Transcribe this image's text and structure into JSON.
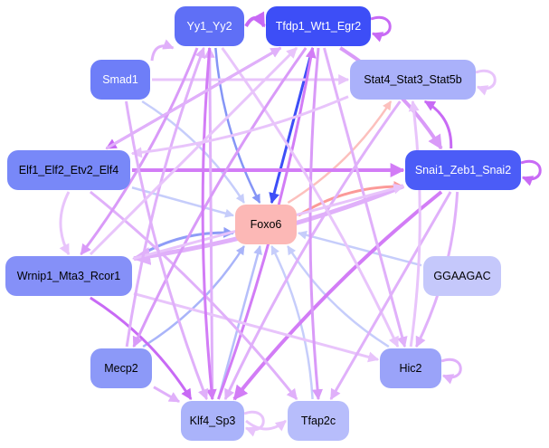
{
  "title": "Regulatory network",
  "nodes": [
    {
      "id": "yy1",
      "label": "Yy1_Yy2",
      "fill": "#5f6ff6",
      "text": "#ffffff"
    },
    {
      "id": "tfdp1",
      "label": "Tfdp1_Wt1_Egr2",
      "fill": "#3d4ef7",
      "text": "#ffffff"
    },
    {
      "id": "smad1",
      "label": "Smad1",
      "fill": "#6e7ef8",
      "text": "#ffffff"
    },
    {
      "id": "stat4",
      "label": "Stat4_Stat3_Stat5b",
      "fill": "#aab1fa",
      "text": "#000000"
    },
    {
      "id": "elf1",
      "label": "Elf1_Elf2_Etv2_Elf4",
      "fill": "#7888f8",
      "text": "#000000"
    },
    {
      "id": "snai1",
      "label": "Snai1_Zeb1_Snai2",
      "fill": "#4b5cf7",
      "text": "#ffffff"
    },
    {
      "id": "foxo6",
      "label": "Foxo6",
      "fill": "#fcb8b6",
      "text": "#000000"
    },
    {
      "id": "wrnip1",
      "label": "Wrnip1_Mta3_Rcor1",
      "fill": "#8590f8",
      "text": "#000000"
    },
    {
      "id": "ggaagac",
      "label": "GGAAGAC",
      "fill": "#c5c8fb",
      "text": "#000000"
    },
    {
      "id": "mecp2",
      "label": "Mecp2",
      "fill": "#8c99f8",
      "text": "#000000"
    },
    {
      "id": "hic2",
      "label": "Hic2",
      "fill": "#9aa3f9",
      "text": "#000000"
    },
    {
      "id": "klf4",
      "label": "Klf4_Sp3",
      "fill": "#aab3fa",
      "text": "#000000"
    },
    {
      "id": "tfap2c",
      "label": "Tfap2c",
      "fill": "#b7bdfb",
      "text": "#000000"
    }
  ],
  "edges": [
    {
      "from": "tfdp1",
      "to": "foxo6",
      "color": "#3d4ef7",
      "width": 3
    },
    {
      "from": "yy1",
      "to": "foxo6",
      "color": "#8595f6",
      "width": 2.5
    },
    {
      "from": "smad1",
      "to": "foxo6",
      "color": "#c6cdfb",
      "width": 2.5
    },
    {
      "from": "elf1",
      "to": "foxo6",
      "color": "#c6cdfb",
      "width": 2.5
    },
    {
      "from": "wrnip1",
      "to": "foxo6",
      "color": "#8e9cf7",
      "width": 3
    },
    {
      "from": "mecp2",
      "to": "foxo6",
      "color": "#a9b4f9",
      "width": 2.5
    },
    {
      "from": "klf4",
      "to": "foxo6",
      "color": "#b6bffa",
      "width": 2.5
    },
    {
      "from": "tfap2c",
      "to": "foxo6",
      "color": "#c6cdfb",
      "width": 2.5
    },
    {
      "from": "hic2",
      "to": "foxo6",
      "color": "#c6cdfb",
      "width": 2.5
    },
    {
      "from": "ggaagac",
      "to": "foxo6",
      "color": "#c6cdfb",
      "width": 2.5
    },
    {
      "from": "foxo6",
      "to": "snai1",
      "color": "#fb9a98",
      "width": 3
    },
    {
      "from": "foxo6",
      "to": "stat4",
      "color": "#fcc0bd",
      "width": 2.5
    },
    {
      "from": "elf1",
      "to": "snai1",
      "color": "#d27cf6",
      "width": 4
    },
    {
      "from": "snai1",
      "to": "stat4",
      "color": "#c86af5",
      "width": 3
    },
    {
      "from": "yy1",
      "to": "tfdp1",
      "color": "#c86af5",
      "width": 4
    },
    {
      "from": "smad1",
      "to": "stat4",
      "color": "#e8c4fb",
      "width": 3
    },
    {
      "from": "smad1",
      "to": "yy1",
      "color": "#e0b0fa",
      "width": 3
    },
    {
      "from": "elf1",
      "to": "wrnip1",
      "color": "#e8c4fb",
      "width": 3
    },
    {
      "from": "mecp2",
      "to": "klf4",
      "color": "#e0b0fa",
      "width": 3
    },
    {
      "from": "klf4",
      "to": "tfap2c",
      "color": "#e8c4fb",
      "width": 3
    },
    {
      "from": "tfdp1",
      "to": "snai1",
      "color": "#d99af8",
      "width": 4
    },
    {
      "from": "tfdp1",
      "to": "elf1",
      "color": "#c86af5",
      "width": 3
    },
    {
      "from": "wrnip1",
      "to": "klf4",
      "color": "#c86af5",
      "width": 3
    },
    {
      "from": "klf4",
      "to": "tfdp1",
      "color": "#d27cf6",
      "width": 3
    },
    {
      "from": "klf4",
      "to": "yy1",
      "color": "#e0b0fa",
      "width": 3
    },
    {
      "from": "snai1",
      "to": "klf4",
      "color": "#d27cf6",
      "width": 4
    },
    {
      "from": "snai1",
      "to": "wrnip1",
      "color": "#e0b0fa",
      "width": 5
    },
    {
      "from": "wrnip1",
      "to": "hic2",
      "color": "#e8c4fb",
      "width": 3
    },
    {
      "from": "elf1",
      "to": "tfap2c",
      "color": "#e0b0fa",
      "width": 3
    },
    {
      "from": "stat4",
      "to": "klf4",
      "color": "#e0b0fa",
      "width": 3
    },
    {
      "from": "tfdp1",
      "to": "hic2",
      "color": "#e0b0fa",
      "width": 3
    },
    {
      "from": "tfdp1",
      "to": "tfap2c",
      "color": "#d99af8",
      "width": 3
    },
    {
      "from": "yy1",
      "to": "hic2",
      "color": "#e8c4fb",
      "width": 3
    },
    {
      "from": "snai1",
      "to": "tfap2c",
      "color": "#e0b0fa",
      "width": 3
    },
    {
      "from": "yy1",
      "to": "wrnip1",
      "color": "#d99af8",
      "width": 3
    },
    {
      "from": "tfdp1",
      "to": "mecp2",
      "color": "#d99af8",
      "width": 3
    },
    {
      "from": "wrnip1",
      "to": "snai1",
      "color": "#e8c4fb",
      "width": 3
    },
    {
      "from": "yy1",
      "to": "klf4",
      "color": "#d27cf6",
      "width": 3
    },
    {
      "from": "mecp2",
      "to": "yy1",
      "color": "#e0b0fa",
      "width": 3
    },
    {
      "from": "elf1",
      "to": "tfdp1",
      "color": "#e0b0fa",
      "width": 3
    },
    {
      "from": "stat4",
      "to": "elf1",
      "color": "#e8c4fb",
      "width": 3
    },
    {
      "from": "smad1",
      "to": "klf4",
      "color": "#e0b0fa",
      "width": 3
    },
    {
      "from": "wrnip1",
      "to": "tfdp1",
      "color": "#e8c4fb",
      "width": 3
    },
    {
      "from": "hic2",
      "to": "stat4",
      "color": "#e8c4fb",
      "width": 3
    },
    {
      "from": "snai1",
      "to": "hic2",
      "color": "#e0b0fa",
      "width": 3
    }
  ],
  "self_loops": [
    {
      "node": "tfdp1",
      "color": "#c86af5"
    },
    {
      "node": "stat4",
      "color": "#e8c4fb"
    },
    {
      "node": "snai1",
      "color": "#c86af5"
    },
    {
      "node": "hic2",
      "color": "#e0b0fa"
    },
    {
      "node": "klf4",
      "color": "#e8c4fb"
    }
  ]
}
